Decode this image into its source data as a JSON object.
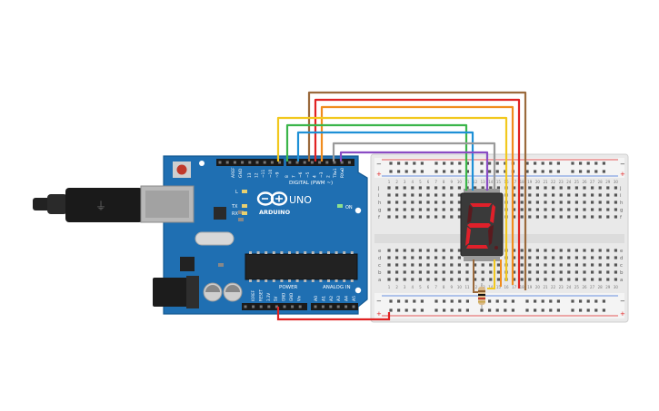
{
  "board": {
    "brand": "ARDUINO",
    "model": "UNO",
    "digital_label": "DIGITAL (PWM ~)",
    "power_label": "POWER",
    "analog_label": "ANALOG IN",
    "on_label": "ON",
    "tx_label": "TX",
    "rx_label": "RX",
    "l_label": "L",
    "aref_label": "AREF",
    "gnd_label": "GND",
    "digital_pins": [
      "13",
      "12",
      "~11",
      "~10",
      "~9",
      "8",
      "7",
      "~6",
      "~5",
      "4",
      "~3",
      "2",
      "TX▸1",
      "RX◂0"
    ],
    "power_pins": [
      "IOREF",
      "RESET",
      "3.3V",
      "5V",
      "GND",
      "GND",
      "Vin"
    ],
    "analog_pins": [
      "A0",
      "A1",
      "A2",
      "A3",
      "A4",
      "A5"
    ]
  },
  "breadboard": {
    "row_letters_top": [
      "j",
      "i",
      "h",
      "g",
      "f"
    ],
    "row_letters_bottom": [
      "e",
      "d",
      "c",
      "b",
      "a"
    ],
    "column_numbers": [
      "1",
      "2",
      "3",
      "4",
      "5",
      "6",
      "7",
      "8",
      "9",
      "10",
      "11",
      "12",
      "13",
      "14",
      "15",
      "16",
      "17",
      "18",
      "19",
      "20",
      "21",
      "22",
      "23",
      "24",
      "25",
      "26",
      "27",
      "28",
      "29",
      "30"
    ],
    "rail_minus": "−",
    "rail_plus": "+"
  },
  "display": {
    "digit_shown": "2",
    "segment_color": "#e0202a",
    "lit_segments": [
      "a",
      "b",
      "g",
      "e",
      "d"
    ]
  },
  "wires": [
    {
      "color": "#9b6a3c"
    },
    {
      "color": "#e02323"
    },
    {
      "color": "#f08c1e"
    },
    {
      "color": "#f2c81e"
    },
    {
      "color": "#3bb54a"
    },
    {
      "color": "#1e90d6"
    },
    {
      "color": "#8a4cc4"
    },
    {
      "color": "#9a9a9a"
    }
  ],
  "colors": {
    "board_blue": "#1f6fb2",
    "board_dark": "#155a93",
    "breadboard": "#e8e8e8",
    "rail_red": "#e02323",
    "rail_blue": "#3a6fd8"
  }
}
